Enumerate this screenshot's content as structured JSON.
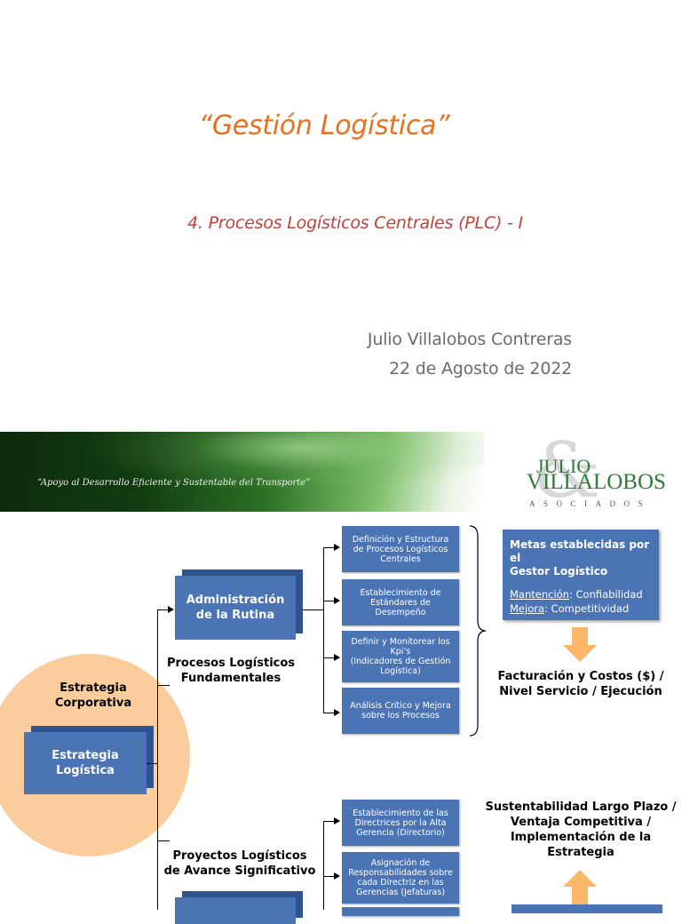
{
  "slide": {
    "title": "“Gestión Logística”",
    "subtitle": "4.   Procesos Logísticos Centrales (PLC) - I",
    "author": "Julio Villalobos Contreras",
    "date": "22 de Agosto de 2022"
  },
  "banner": {
    "tagline": "“Apoyo al Desarrollo Eficiente y Sustentable del Transporte”",
    "logo_line1": "JULIO",
    "logo_line2": "VILLALOBOS",
    "logo_line3": "ASOCIADOS"
  },
  "diagram": {
    "circle_label_1": "Estrategia",
    "circle_label_2": "Corporativa",
    "core_box_1": "Estrategia",
    "core_box_2": "Logística",
    "admin_box_1": "Administración",
    "admin_box_2": "de la Rutina",
    "section1_label_1": "Procesos Logísticos",
    "section1_label_2": "Fundamentales",
    "section2_label_1": "Proyectos Logísticos",
    "section2_label_2": "de Avance Significativo",
    "routine_steps": [
      {
        "l1": "Definición y Estructura",
        "l2": "de Procesos Logísticos",
        "l3": "Centrales"
      },
      {
        "l1": "Establecimiento de",
        "l2": "Estándares de",
        "l3": "Desempeño"
      },
      {
        "l1": "Definir y Monitorear los",
        "l2": "Kpi’s",
        "l3": "(Indicadores de Gestión",
        "l4": "Logística)"
      },
      {
        "l1": "Análisis Crítico y Mejora",
        "l2": "sobre los Procesos"
      }
    ],
    "project_steps": [
      {
        "l1": "Establecimiento de las",
        "l2": "Directrices por la Alta",
        "l3": "Gerencia (Directorio)"
      },
      {
        "l1": "Asignación de",
        "l2": "Responsabilidades sobre",
        "l3": "cada Directriz en las",
        "l4": "Gerencias (Jefaturas)"
      }
    ],
    "metas": {
      "title_1": "Metas establecidas por el",
      "title_2": "Gestor Logístico",
      "mant_key": "Mantención",
      "mant_val": ": Confiabilidad",
      "mej_key": "Mejora",
      "mej_val": ":  Competitividad"
    },
    "result_1": {
      "l1": "Facturación y Costos ($) /",
      "l2": "Nivel Servicio / Ejecución"
    },
    "result_2": {
      "l1": "Sustentabilidad Largo Plazo /",
      "l2": "Ventaja Competitiva /",
      "l3": "Implementación de la",
      "l4": "Estrategia"
    },
    "colors": {
      "box": "#4b74b4",
      "circle": "#fbcd9c",
      "arrow": "#fbb767",
      "title": "#e8701f",
      "subtitle": "#c0413a"
    }
  }
}
